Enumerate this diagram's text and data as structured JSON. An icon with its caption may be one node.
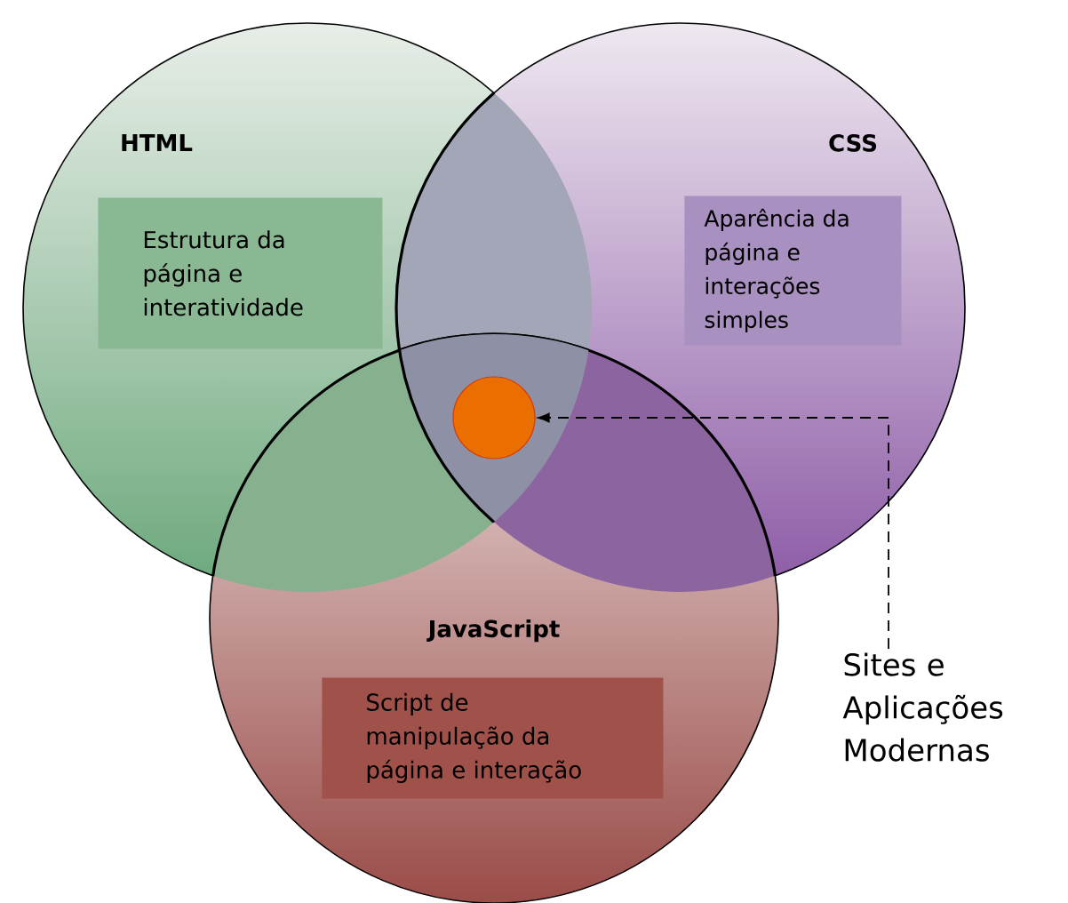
{
  "diagram": {
    "nodes": [
      {
        "text": [
          "HTML"
        ]
      },
      {
        "text": [
          "Estrutura da página e interatividade"
        ],
        "in": 0
      },
      {
        "text": [
          "CSS"
        ]
      },
      {
        "text": [
          "Aparência da página e interações simples"
        ],
        "in": 2
      },
      {
        "text": [
          "JavaScript"
        ]
      },
      {
        "text": [
          "Script de manipulação da página e interação"
        ],
        "in": 4
      },
      {
        "text": [],
        "shape": "circle"
      },
      {
        "text": [
          "Sites e Aplicações Modernas"
        ]
      }
    ],
    "edges": [
      {
        "from": 7,
        "to": 6,
        "arrow": "to",
        "style": "dashed"
      }
    ]
  }
}
